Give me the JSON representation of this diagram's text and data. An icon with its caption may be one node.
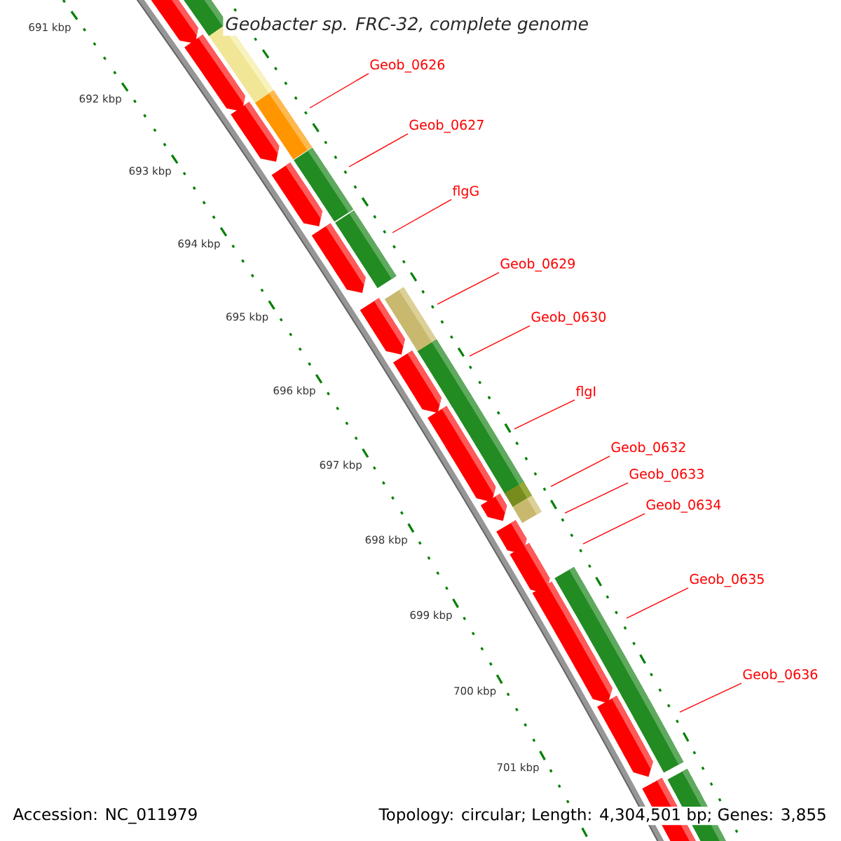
{
  "diagram": {
    "title": "Geobacter sp. FRC-32, complete genome",
    "nodes": [
      {
        "text": [
          "Geob_0626"
        ]
      },
      {
        "text": [
          "Geob_0627"
        ]
      },
      {
        "text": [
          "flgG"
        ]
      },
      {
        "text": [
          "Geob_0629"
        ]
      },
      {
        "text": [
          "Geob_0630"
        ]
      },
      {
        "text": [
          "flgI"
        ]
      },
      {
        "text": [
          "Geob_0632"
        ]
      },
      {
        "text": [
          "Geob_0633"
        ]
      },
      {
        "text": [
          "Geob_0634"
        ]
      },
      {
        "text": [
          "Geob_0635"
        ]
      },
      {
        "text": [
          "Geob_0636"
        ]
      }
    ],
    "edges": [
      {
        "from": 0,
        "to": null,
        "arrow": "none"
      },
      {
        "from": 1,
        "to": null,
        "arrow": "none"
      },
      {
        "from": 2,
        "to": null,
        "arrow": "none"
      },
      {
        "from": 3,
        "to": null,
        "arrow": "none"
      },
      {
        "from": 4,
        "to": null,
        "arrow": "none"
      },
      {
        "from": 5,
        "to": null,
        "arrow": "none"
      },
      {
        "from": 6,
        "to": null,
        "arrow": "none"
      },
      {
        "from": 7,
        "to": null,
        "arrow": "none"
      },
      {
        "from": 8,
        "to": null,
        "arrow": "none"
      },
      {
        "from": 9,
        "to": null,
        "arrow": "none"
      },
      {
        "from": 10,
        "to": null,
        "arrow": "none"
      }
    ],
    "labels": [
      "691 kbp",
      "692 kbp",
      "693 kbp",
      "694 kbp",
      "695 kbp",
      "696 kbp",
      "697 kbp",
      "698 kbp",
      "699 kbp",
      "700 kbp",
      "701 kbp",
      "Accession: NC_011979",
      "Topology: circular; Length: 4,304,501 bp; Genes: 3,855"
    ]
  }
}
